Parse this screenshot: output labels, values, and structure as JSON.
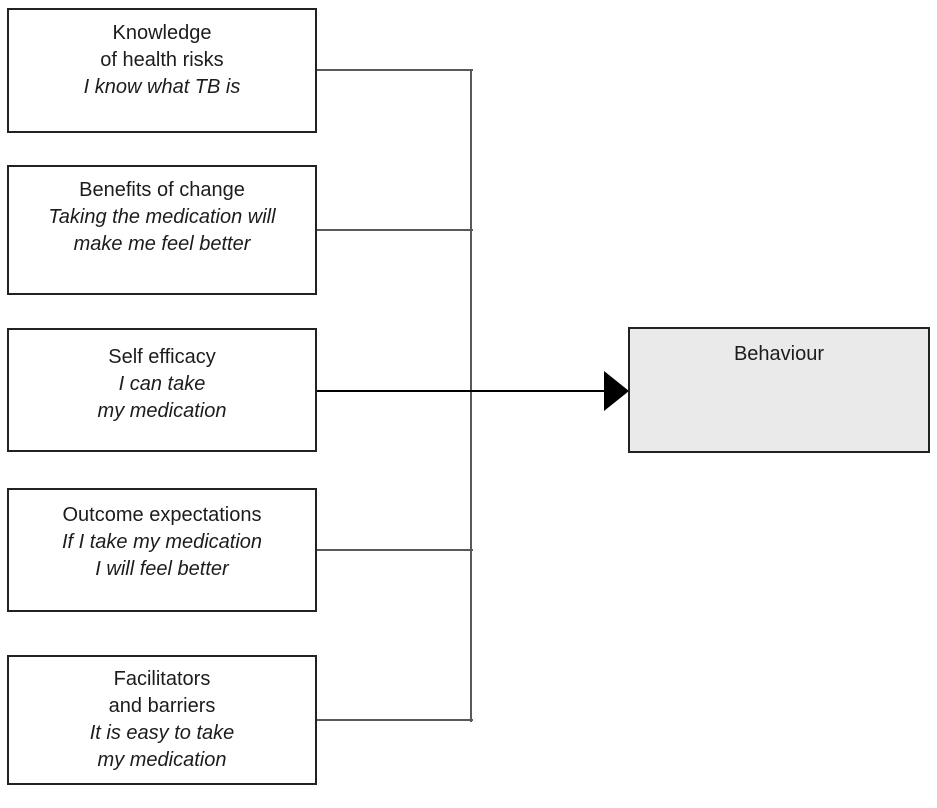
{
  "diagram": {
    "description": "Behaviour change model: five determinant boxes converge into Behaviour",
    "sources": [
      {
        "id": "knowledge-of-health-risks",
        "title_lines": [
          "Knowledge",
          "of health risks"
        ],
        "example_lines": [
          "I know what TB is"
        ]
      },
      {
        "id": "benefits-of-change",
        "title_lines": [
          "Benefits of change"
        ],
        "example_lines": [
          "Taking the medication will",
          "make me feel better"
        ]
      },
      {
        "id": "self-efficacy",
        "title_lines": [
          "Self efficacy"
        ],
        "example_lines": [
          "I can take",
          "my medication"
        ]
      },
      {
        "id": "outcome-expectations",
        "title_lines": [
          "Outcome expectations"
        ],
        "example_lines": [
          "If I take my medication",
          "I will feel better"
        ]
      },
      {
        "id": "facilitators-and-barriers",
        "title_lines": [
          "Facilitators",
          "and barriers"
        ],
        "example_lines": [
          "It is easy to take",
          "my medication"
        ]
      }
    ],
    "target": {
      "label": "Behaviour"
    },
    "colors": {
      "background": "#ffffff",
      "box_border": "#222222",
      "box_fill": "#ffffff",
      "target_fill": "#eaeaea",
      "connector_line": "#595959",
      "arrow": "#000000",
      "text": "#1c1c1c"
    }
  }
}
